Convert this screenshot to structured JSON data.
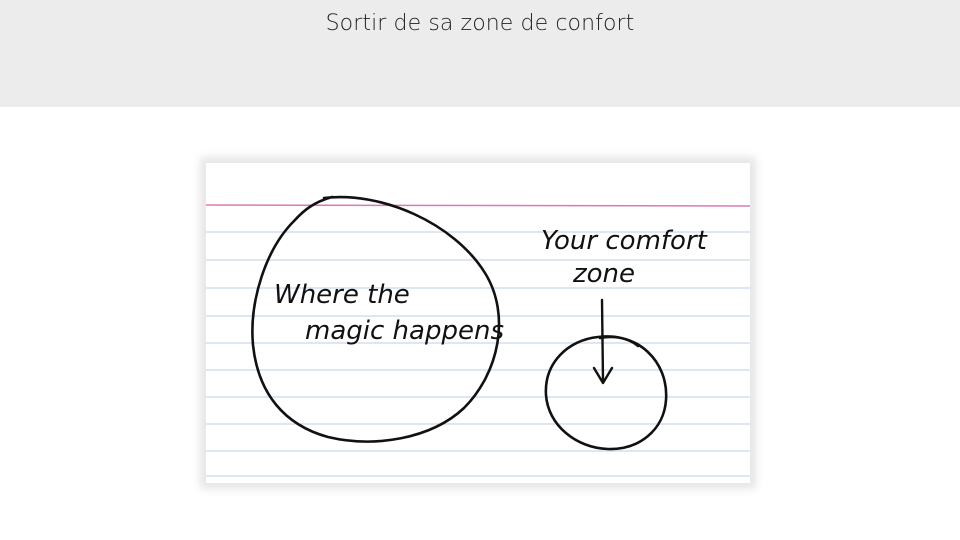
{
  "slide": {
    "title": "Sortir de sa zone de confort"
  },
  "card": {
    "big_circle_text": [
      "Where the",
      "magic happens"
    ],
    "small_circle_label": [
      "Your comfort",
      "zone"
    ]
  },
  "colors": {
    "header_bg": "#ececec",
    "ruled_line": "#c9d8e6",
    "margin_line": "#d97ab8",
    "ink": "#111111"
  }
}
